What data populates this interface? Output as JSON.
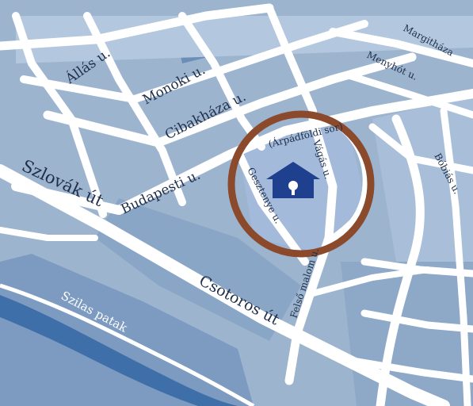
{
  "colors": {
    "background": "#9db4cf",
    "block_light": "#a9bfd9",
    "block_mid": "#8ea8c8",
    "block_dark": "#6c8db6",
    "road": "#ffffff",
    "water": "#3f6fa8",
    "circle": "#8a4a2b",
    "house": "#1f3f8f"
  },
  "marker": {
    "icon": "house-icon",
    "ring": "location-circle"
  },
  "streets": {
    "allas": "Állás u.",
    "monoki": "Monoki u.",
    "cibakhaza": "Cibakháza u.",
    "budapesti": "Budapesti u.",
    "szlovak": "Szlovák út",
    "arpadfoldi": "(Árpádföldi sor)",
    "vagas": "Vágás u.",
    "gesztenye": "Gesztenye u.",
    "felsomalom": "Felső malom u.",
    "csotoros": "Csotoros út",
    "margithaza": "Margitháza",
    "menyhot": "Menyhót u.",
    "bobias": "Bóbiás u."
  },
  "water": {
    "szilas": "Szilas patak"
  }
}
